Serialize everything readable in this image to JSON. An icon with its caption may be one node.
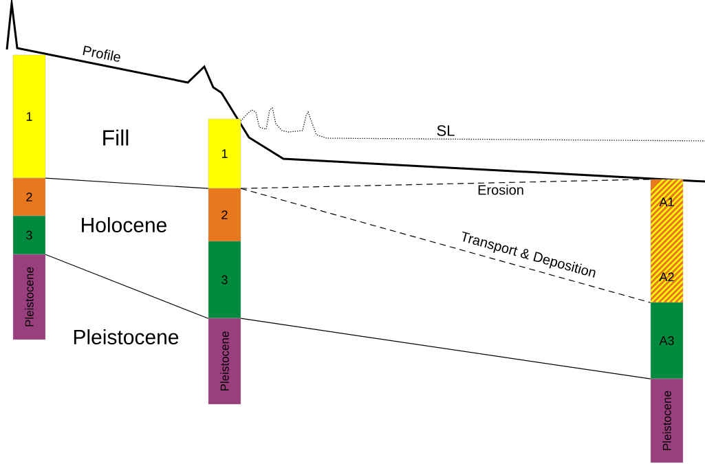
{
  "diagram": {
    "nodes": [
      {
        "text": [
          "1"
        ]
      },
      {
        "text": [
          "2"
        ]
      },
      {
        "text": [
          "3"
        ]
      },
      {
        "text": [
          "Pleistocene"
        ]
      },
      {
        "text": [
          "1"
        ]
      },
      {
        "text": [
          "2"
        ]
      },
      {
        "text": [
          "3"
        ]
      },
      {
        "text": [
          "Pleistocene"
        ]
      },
      {
        "text": [
          "A1",
          "A2"
        ]
      },
      {
        "text": [
          "A3"
        ]
      },
      {
        "text": [
          "Pleistocene"
        ]
      }
    ],
    "edges": [
      {
        "from": 0,
        "to": 4,
        "arrow": "none"
      },
      {
        "from": 2,
        "to": 6,
        "arrow": "none"
      },
      {
        "from": 6,
        "to": 9,
        "arrow": "none"
      },
      {
        "from": 4,
        "to": 8,
        "arrow": "none",
        "label": "Erosion",
        "style": "dashed"
      },
      {
        "from": 4,
        "to": 8,
        "arrow": "none",
        "label": "Transport & Deposition",
        "style": "dashed"
      }
    ],
    "labels": [
      "Profile",
      "SL",
      "Fill",
      "Holocene",
      "Pleistocene"
    ]
  }
}
